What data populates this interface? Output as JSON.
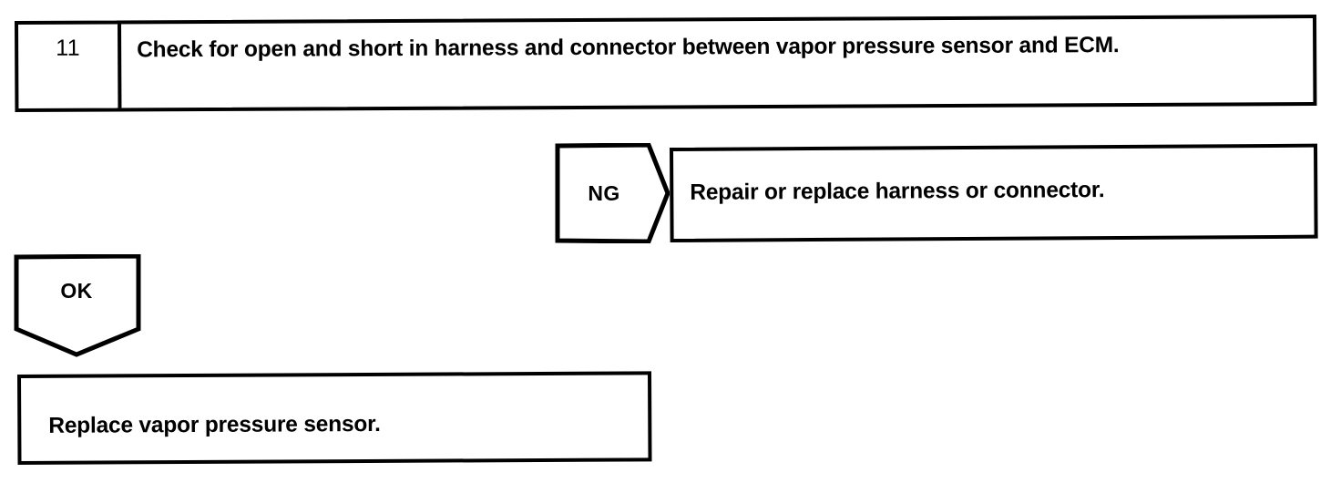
{
  "step": {
    "number": "11",
    "instruction": "Check for open and short in harness and connector between vapor pressure sensor and ECM."
  },
  "branches": {
    "ng": {
      "label": "NG",
      "result": "Repair or replace harness or connector."
    },
    "ok": {
      "label": "OK",
      "result": "Replace vapor pressure sensor."
    }
  },
  "colors": {
    "ink": "#000000",
    "paper": "#ffffff"
  }
}
